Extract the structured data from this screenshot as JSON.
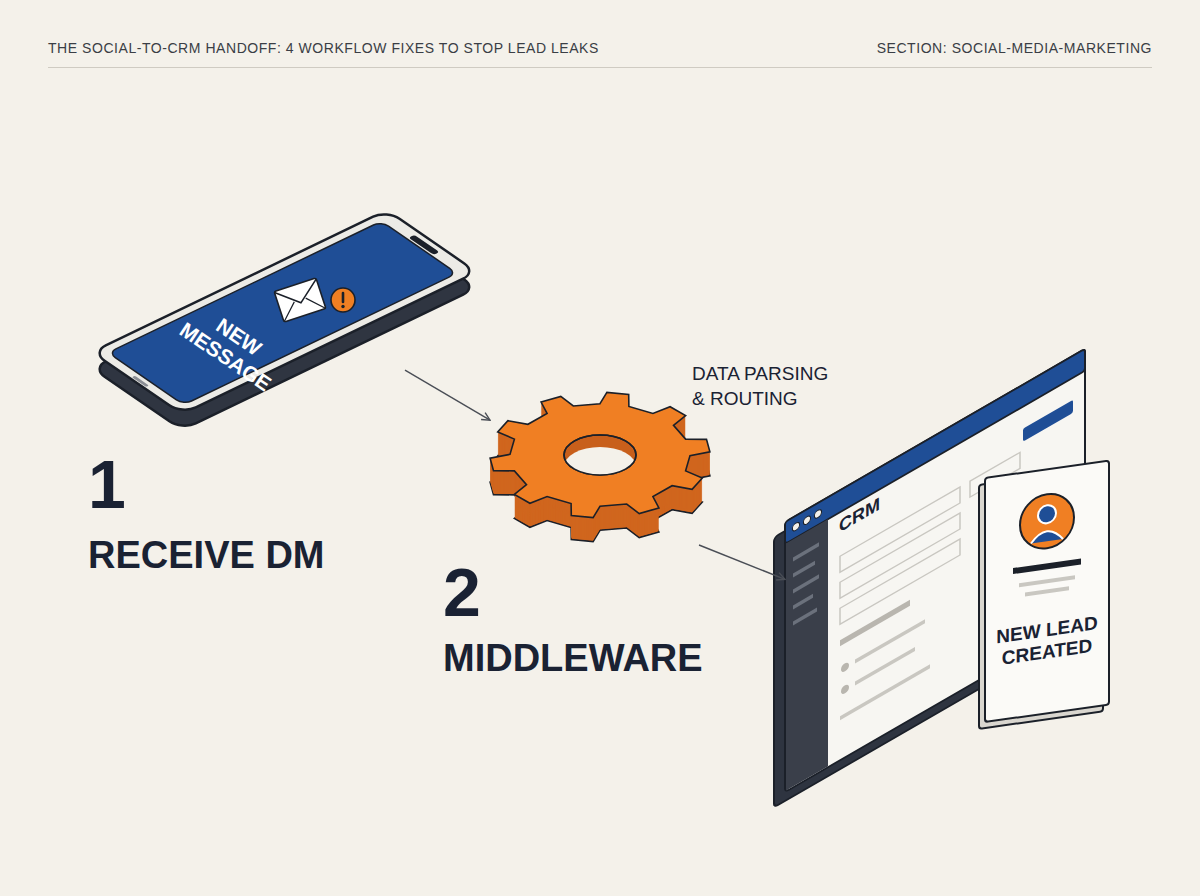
{
  "diagram": {
    "title": "THE SOCIAL-TO-CRM HANDOFF: 4 WORKFLOW FIXES TO STOP LEAD LEAKS",
    "nodes": [
      {
        "text": [
          "NEW MESSAGE",
          "1",
          "RECEIVE DM"
        ]
      },
      {
        "text": [
          "DATA PARSING & ROUTING",
          "2",
          "MIDDLEWARE"
        ]
      },
      {
        "text": [
          "CRM"
        ]
      },
      {
        "text": [
          "NEW LEAD CREATED"
        ]
      }
    ],
    "edges": [
      {
        "from": 0,
        "to": 1,
        "arrow": "to"
      },
      {
        "from": 1,
        "to": 2,
        "arrow": "to"
      }
    ],
    "labels": [
      "SECTION: SOCIAL-MEDIA-MARKETING"
    ]
  }
}
